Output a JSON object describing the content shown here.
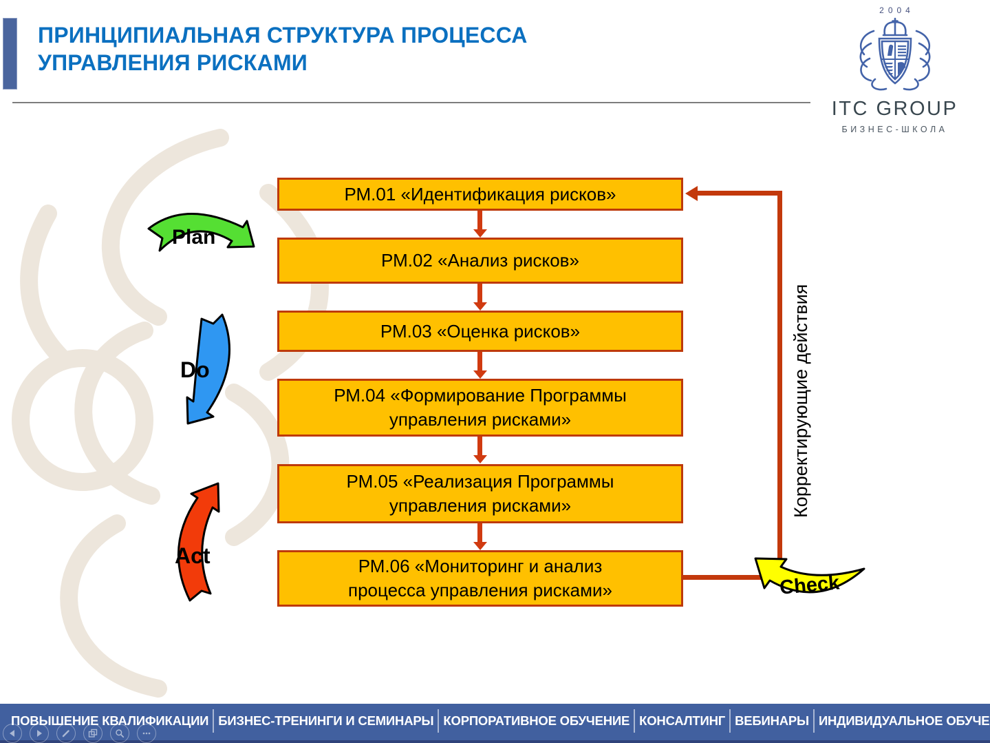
{
  "slide": {
    "title": {
      "line1": "ПРИНЦИПИАЛЬНАЯ СТРУКТУРА ПРОЦЕССА",
      "line2": "УПРАВЛЕНИЯ РИСКАМИ"
    }
  },
  "logo": {
    "year": "2004",
    "name": "ITC GROUP",
    "subtitle": "БИЗНЕС-ШКОЛА"
  },
  "flowchart": {
    "boxes": [
      {
        "label": "РМ.01 «Идентификация рисков»"
      },
      {
        "label": "РМ.02 «Анализ рисков»"
      },
      {
        "label": "РМ.03 «Оценка рисков»"
      },
      {
        "label": "РМ.04 «Формирование Программы\nуправления рисками»"
      },
      {
        "label": "РМ.05 «Реализация Программы\nуправления рисками»"
      },
      {
        "label": "РМ.06 «Мониторинг и анализ\nпроцесса управления рисками»"
      }
    ],
    "feedback_label": "Корректирующие действия",
    "cycle": {
      "plan": "Plan",
      "do": "Do",
      "act": "Act",
      "check": "Check"
    },
    "colors": {
      "box_fill": "#FFC000",
      "box_border": "#BE3A0B",
      "connector": "#D03A10",
      "plan": "#55DF33",
      "do": "#2F97F2",
      "act": "#F23B0A",
      "check": "#FFFF00",
      "title": "#0B70C0",
      "footer_bg": "#41609F"
    }
  },
  "footer": {
    "items": [
      "ПОВЫШЕНИЕ КВАЛИФИКАЦИИ",
      "БИЗНЕС-ТРЕНИНГИ И СЕМИНАРЫ",
      "КОРПОРАТИВНОЕ ОБУЧЕНИЕ",
      "КОНСАЛТИНГ",
      "ВЕБИНАРЫ",
      "ИНДИВИДУАЛЬНОЕ ОБУЧЕНИЕ"
    ]
  },
  "player_controls": {
    "icons": [
      "previous-slide",
      "next-slide",
      "pen",
      "see-all-slides",
      "zoom",
      "more-options"
    ]
  }
}
